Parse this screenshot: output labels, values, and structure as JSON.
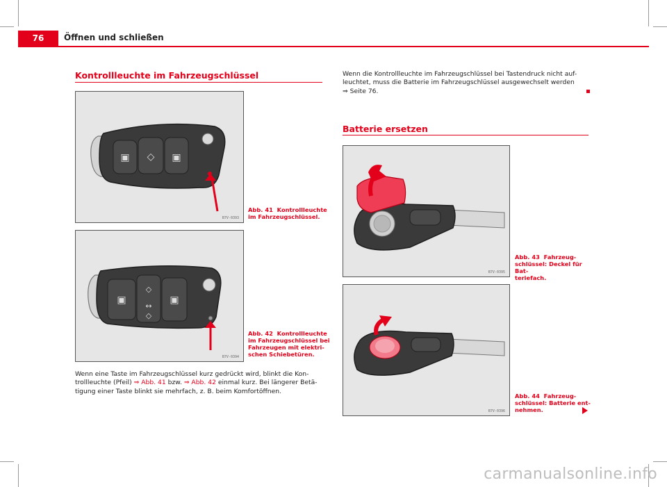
{
  "header": {
    "page_number": "76",
    "title": "Öffnen und schließen"
  },
  "section1": {
    "title": "Kontrollleuchte im Fahrzeugschlüssel"
  },
  "figure41": {
    "code": "B7V-0393",
    "caption_label": "Abb. 41",
    "caption_line1": "Kontrollleuchte",
    "caption_line2": "im Fahrzeugschlüssel."
  },
  "figure42": {
    "code": "B7V-0394",
    "caption_label": "Abb. 42",
    "caption_line1": "Kontrollleuchte",
    "caption_line2": "im Fahrzeugschlüssel bei",
    "caption_line3": "Fahrzeugen mit elektri-",
    "caption_line4": "schen Schiebetüren."
  },
  "body_left": {
    "line1": "Wenn eine Taste im Fahrzeugschlüssel kurz gedrückt wird, blinkt die Kon-",
    "line2_a": "trollleuchte (Pfeil) ",
    "line2_link1": "⇒ Abb. 41",
    "line2_b": " bzw. ",
    "line2_link2": "⇒ Abb. 42",
    "line2_c": " einmal kurz. Bei längerer Betä-",
    "line3": "tigung einer Taste blinkt sie mehrfach, z. B. beim Komfortöffnen."
  },
  "body_right": {
    "line1": "Wenn die Kontrollleuchte im Fahrzeugschlüssel bei Tastendruck nicht auf-",
    "line2": "leuchtet, muss die Batterie im Fahrzeugschlüssel ausgewechselt werden",
    "line3": "⇒ Seite 76."
  },
  "section2": {
    "title": "Batterie ersetzen"
  },
  "figure43": {
    "code": "B7V-0395",
    "caption_label": "Abb. 43",
    "caption_line1": "Fahrzeug-",
    "caption_line2": "schlüssel: Deckel für Bat-",
    "caption_line3": "teriefach."
  },
  "figure44": {
    "code": "B7V-0396",
    "caption_label": "Abb. 44",
    "caption_line1": "Fahrzeug-",
    "caption_line2": "schlüssel: Batterie ent-",
    "caption_line3": "nehmen."
  },
  "watermark": "carmanualsonline.info",
  "colors": {
    "accent": "#e2001a",
    "key_body": "#3a3a3a",
    "figure_bg": "#e6e6e6"
  }
}
